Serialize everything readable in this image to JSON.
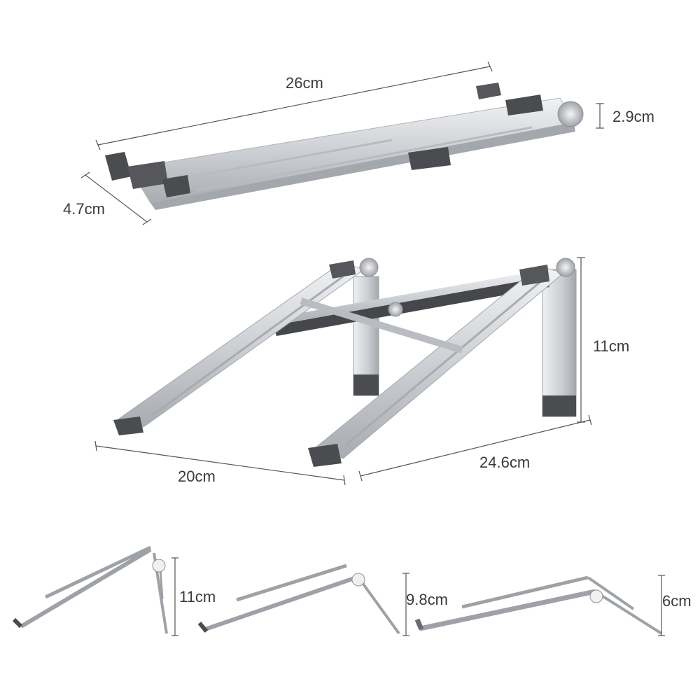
{
  "colors": {
    "metal_light": "#e4e6e9",
    "metal_mid": "#c4c7cc",
    "metal_dark": "#9a9ea4",
    "rubber": "#4a4c50",
    "dim_line": "#555555",
    "text": "#3a3a3a"
  },
  "folded_view": {
    "length_label": "26cm",
    "width_label": "4.7cm",
    "height_label": "2.9cm"
  },
  "open_view": {
    "height_label": "11cm",
    "depth_label": "20cm",
    "length_label": "24.6cm"
  },
  "height_positions": [
    {
      "label": "11cm"
    },
    {
      "label": "9.8cm"
    },
    {
      "label": "6cm"
    }
  ]
}
